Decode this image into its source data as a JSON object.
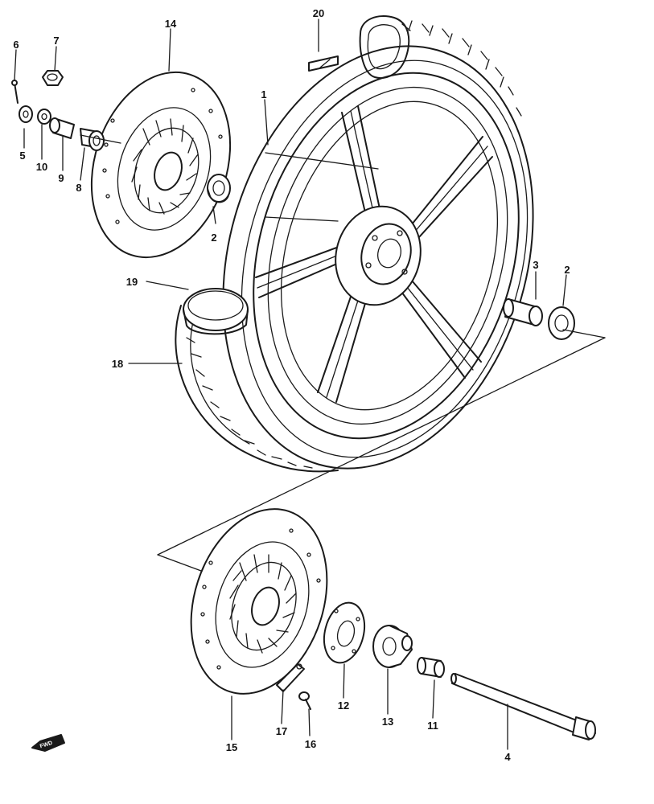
{
  "labels": {
    "p1": "1",
    "p2a": "2",
    "p2b": "2",
    "p3": "3",
    "p4": "4",
    "p5": "5",
    "p6": "6",
    "p7": "7",
    "p8": "8",
    "p9": "9",
    "p10": "10",
    "p11": "11",
    "p12": "12",
    "p13": "13",
    "p14": "14",
    "p15": "15",
    "p16": "16",
    "p17": "17",
    "p18": "18",
    "p19": "19",
    "p20": "20"
  },
  "fwd": "FWD",
  "colors": {
    "ink": "#1a1a1a",
    "paper": "#ffffff"
  }
}
